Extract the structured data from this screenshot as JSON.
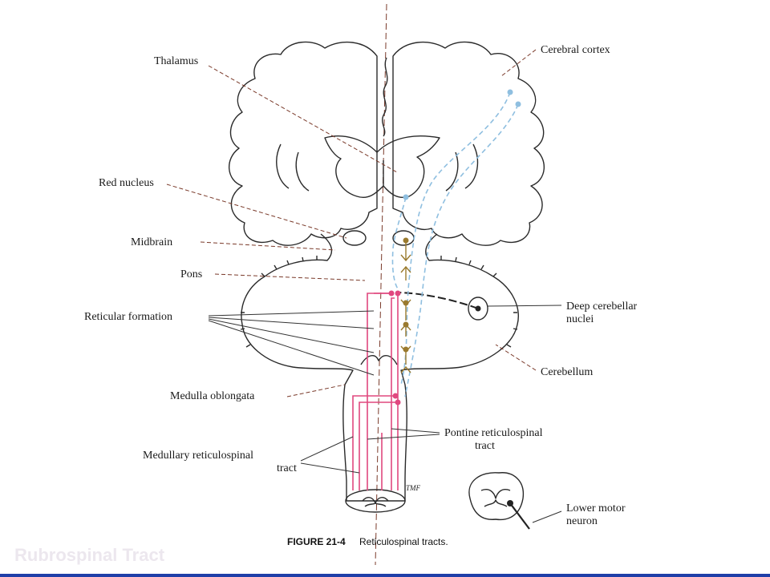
{
  "labels": {
    "thalamus": "Thalamus",
    "red_nucleus": "Red nucleus",
    "midbrain": "Midbrain",
    "pons": "Pons",
    "reticular_formation": "Reticular formation",
    "medulla_oblongata": "Medulla oblongata",
    "medullary_line1": "Medullary reticulospinal",
    "medullary_line2": "tract",
    "cerebral_cortex": "Cerebral cortex",
    "deep_cerebellar_line1": "Deep cerebellar",
    "deep_cerebellar_line2": "nuclei",
    "cerebellum": "Cerebellum",
    "pontine_line1": "Pontine reticulospinal",
    "pontine_line2": "tract",
    "lower_motor_line1": "Lower motor",
    "lower_motor_line2": "neuron",
    "tmf": "TMF"
  },
  "caption": {
    "figure": "FIGURE 21-4",
    "title": "Reticulospinal tracts."
  },
  "background_text": "Rubrospinal Tract",
  "colors": {
    "pathway_reticulospinal": "#e0487f",
    "pathway_cortical": "#8fbfe0",
    "neurons": "#9a7a2e",
    "bottom_bar": "#1f3fa8"
  }
}
